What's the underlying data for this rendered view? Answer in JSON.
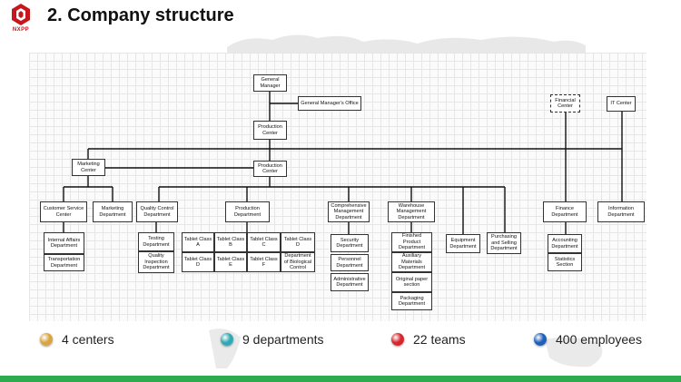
{
  "brand": {
    "logo_text": "NXPP",
    "accent": "#c8161d"
  },
  "title": "2. Company structure",
  "org": {
    "general_manager": "General Manager",
    "gm_office": "General Manager's Office",
    "financial_center": "Financial Center",
    "it_center": "IT Center",
    "production_center_1": "Production Center",
    "marketing_center": "Marketing Center",
    "production_center_2": "Production Center",
    "customer_service_center": "Customer Service Center",
    "marketing_department": "Marketing Department",
    "quality_control_department": "Quality Control Department",
    "production_department": "Production Department",
    "comprehensive_management_department": "Comprehensive Management Department",
    "warehouse_management_department": "Warehouse Management Department",
    "equipment_department": "Equipment Department",
    "purchasing_selling_department": "Purchasing and Selling Department",
    "finance_department": "Finance Department",
    "information_department": "Information Department",
    "internal_affairs_department": "Internal Affairs Department",
    "transportation_department": "Transportation Department",
    "testing_department": "Testing Department",
    "quality_inspection_department": "Quality Inspection Department",
    "tablet_class_a": "Tablet Class A",
    "tablet_class_b": "Tablet Class B",
    "tablet_class_c": "Tablet Class C",
    "tablet_class_d_upper": "Tablet Class D",
    "tablet_class_d_lower": "Tablet Class D",
    "tablet_class_e": "Tablet Class E",
    "tablet_class_f": "Tablet Class F",
    "biological_control_department": "Department of Biological Control",
    "security_department": "Security Department",
    "personnel_department": "Personnel Department",
    "administrative_department": "Administrative Department",
    "finished_product_department": "Finished Product Department",
    "auxiliary_materials_department": "Auxiliary Materials Department",
    "original_paper_section": "Original paper section",
    "packaging_department": "Packaging Department",
    "accounting_department": "Accounting Department",
    "statistics_section": "Statistics Section"
  },
  "stats": [
    {
      "label": "4 centers",
      "color": "#d9a441"
    },
    {
      "label": "9 departments",
      "color": "#2fa9b3"
    },
    {
      "label": "22 teams",
      "color": "#d7252b"
    },
    {
      "label": "400 employees",
      "color": "#1f5fb8"
    }
  ],
  "colors": {
    "footer": "#2eaa4f",
    "grid": "#e6e6e6"
  }
}
